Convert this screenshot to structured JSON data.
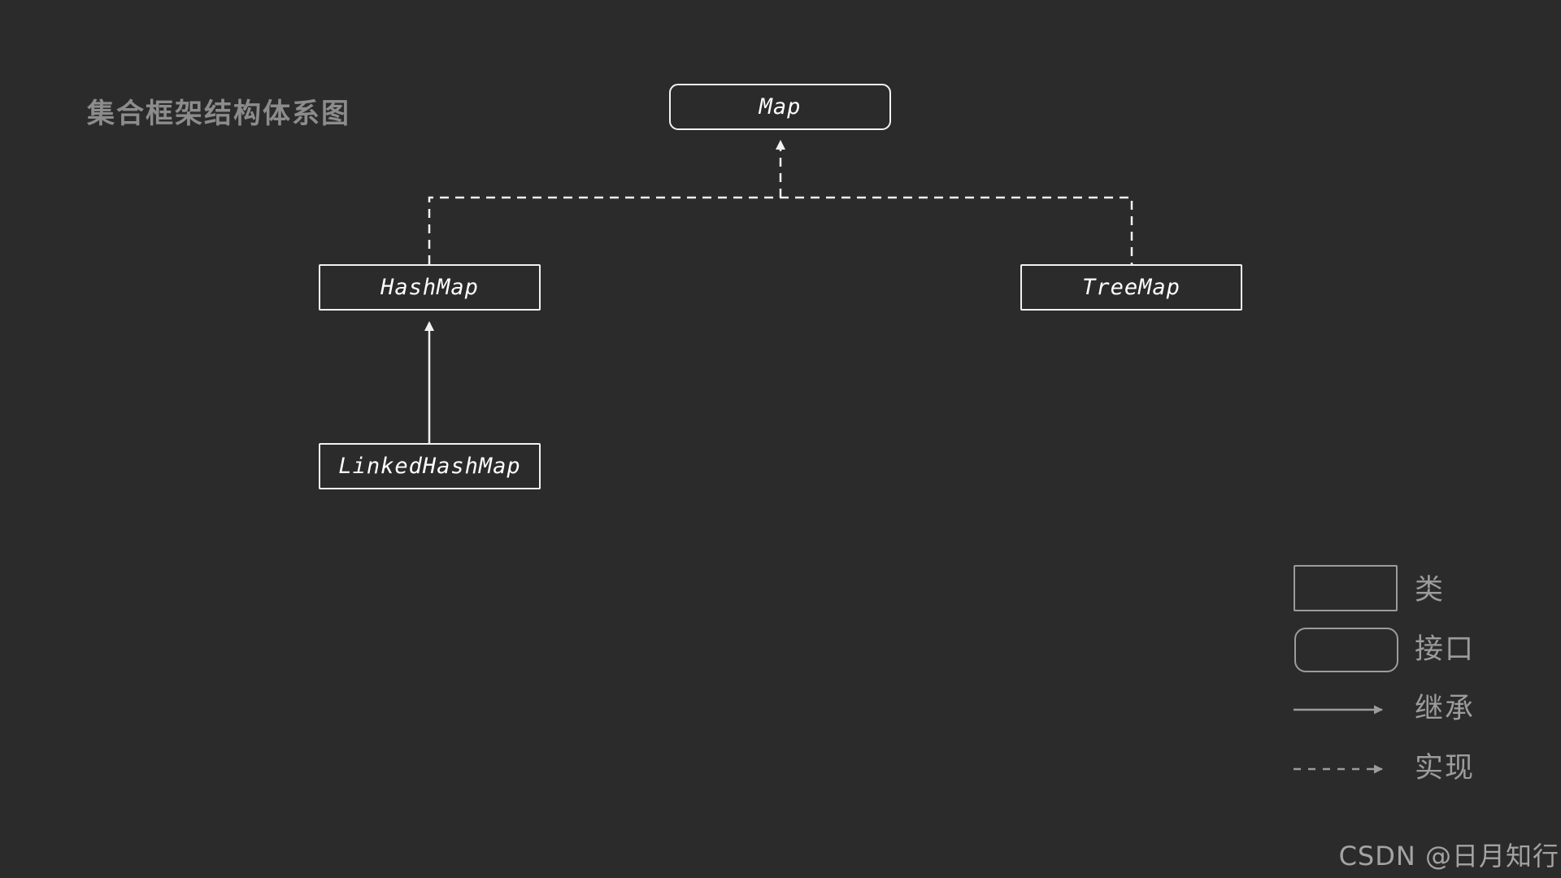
{
  "title": "集合框架结构体系图",
  "nodes": {
    "map": {
      "label": "Map",
      "type": "interface"
    },
    "hashmap": {
      "label": "HashMap",
      "type": "class"
    },
    "treemap": {
      "label": "TreeMap",
      "type": "class"
    },
    "linkedhashmap": {
      "label": "LinkedHashMap",
      "type": "class"
    }
  },
  "relations": [
    {
      "from": "hashmap",
      "to": "map",
      "type": "implements",
      "style": "dashed-arrow"
    },
    {
      "from": "treemap",
      "to": "map",
      "type": "implements",
      "style": "dashed-arrow"
    },
    {
      "from": "linkedhashmap",
      "to": "hashmap",
      "type": "extends",
      "style": "solid-arrow"
    }
  ],
  "legend": {
    "class_label": "类",
    "interface_label": "接口",
    "inherit_label": "继承",
    "implement_label": "实现"
  },
  "watermark": "CSDN @日月知行",
  "colors": {
    "background": "#2b2b2b",
    "node_border": "#f2f2f2",
    "node_text": "#ffffff",
    "connector": "#f2f2f2",
    "title": "#8c8c8c",
    "legend": "#9c9c9c",
    "watermark": "#a3a3a3"
  }
}
